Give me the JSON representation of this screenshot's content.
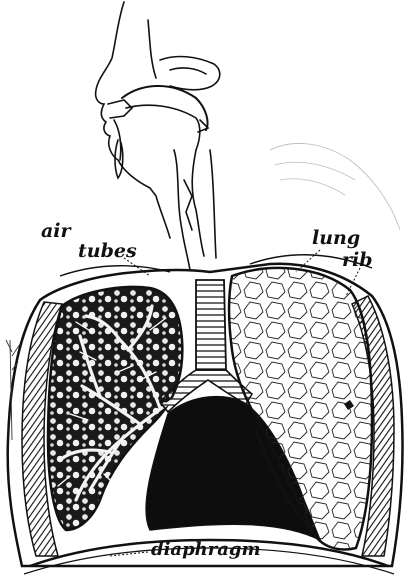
{
  "labels": {
    "air": "air",
    "tubes": "tubes",
    "lung": "lung",
    "rib": "rib",
    "diaphragm": "diaphragm"
  },
  "colors": {
    "ink": "#111111",
    "paper": "#ffffff"
  }
}
